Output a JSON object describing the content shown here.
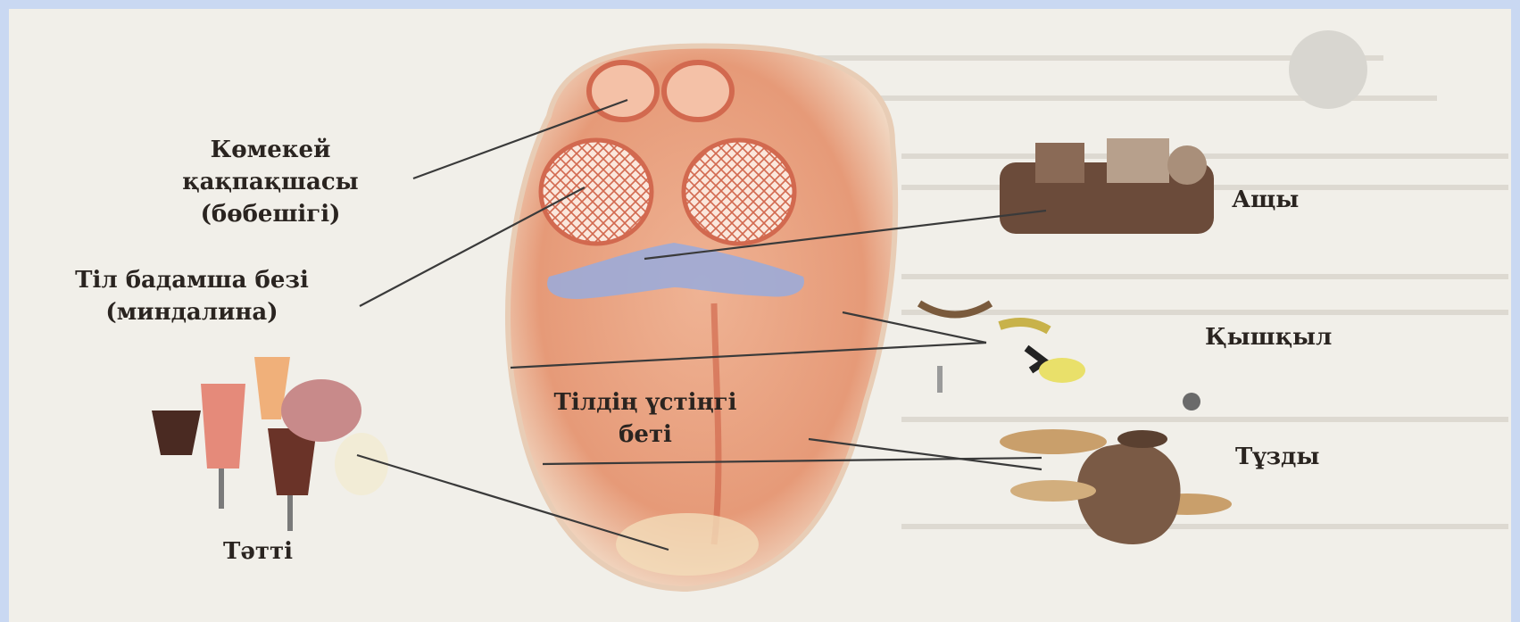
{
  "labels": {
    "epiglottis": [
      "Көмекей",
      "қақпақшасы",
      "(бөбешігі)"
    ],
    "tonsil": [
      "Тіл бадамша безі",
      "(миндалина)"
    ],
    "tongue_surface": [
      "Тілдің үстіңгі",
      "беті"
    ],
    "bitter": "Ащы",
    "sour": "Қышқыл",
    "salty": "Тұзды",
    "sweet": "Тәтті"
  },
  "colors": {
    "tongue": "#e9a584",
    "tongue_dark": "#d2694f",
    "bitter_zone": "#9cabd8",
    "line": "#3a3a3a",
    "text": "#2a2420"
  }
}
